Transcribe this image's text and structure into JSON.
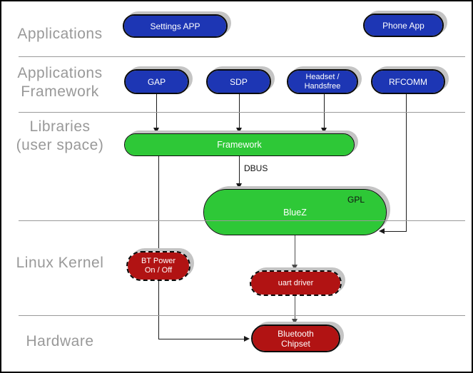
{
  "sections": [
    {
      "id": "applications",
      "label_lines": [
        "Applications",
        ""
      ]
    },
    {
      "id": "applications-framework",
      "label_lines": [
        "Applications",
        "Framework"
      ]
    },
    {
      "id": "libraries-user-space",
      "label_lines": [
        "Libraries",
        "(user space)"
      ]
    },
    {
      "id": "linux-kernel",
      "label_lines": [
        "Linux Kernel",
        ""
      ]
    },
    {
      "id": "hardware",
      "label_lines": [
        "Hardware",
        ""
      ]
    }
  ],
  "nodes": {
    "settings_app": {
      "label": "Settings APP",
      "color": "#1d36b4"
    },
    "phone_app": {
      "label": "Phone App",
      "color": "#1d36b4"
    },
    "gap": {
      "label": "GAP",
      "color": "#1d36b4"
    },
    "sdp": {
      "label": "SDP",
      "color": "#1d36b4"
    },
    "headset_handsfree": {
      "label_lines": [
        "Headset /",
        "Handsfree"
      ],
      "color": "#1d36b4"
    },
    "rfcomm": {
      "label": "RFCOMM",
      "color": "#1d36b4"
    },
    "framework": {
      "label": "Framework",
      "color": "#2ec837"
    },
    "bluez": {
      "label": "BlueZ",
      "badge": "GPL",
      "color": "#2ec837"
    },
    "bt_power": {
      "label_lines": [
        "BT Power",
        "On / Off"
      ],
      "color": "#b11313",
      "border": "dashed"
    },
    "uart_driver": {
      "label": "uart driver",
      "color": "#b11313",
      "border": "dashed"
    },
    "bluetooth_chipset": {
      "label_lines": [
        "Bluetooth",
        "Chipset"
      ],
      "color": "#b11313",
      "border": "solid"
    }
  },
  "edges": {
    "dbus_label": "DBUS",
    "connections": [
      "GAP -> Framework",
      "SDP -> Framework",
      "Headset/Handsfree -> Framework",
      "RFCOMM -> BlueZ",
      "Framework -> BlueZ (DBUS)",
      "Framework -> Bluetooth Chipset",
      "BlueZ -> uart driver",
      "uart driver -> Bluetooth Chipset"
    ]
  },
  "colors": {
    "app_blue": "#1d36b4",
    "lib_green": "#2ec837",
    "kernel_red": "#b11313",
    "label_gray": "#999999",
    "divider_gray": "#9a9a9a",
    "shadow_gray": "#c4c4c4",
    "line_black": "#1a1a1a",
    "node_text": "#ffffff"
  }
}
